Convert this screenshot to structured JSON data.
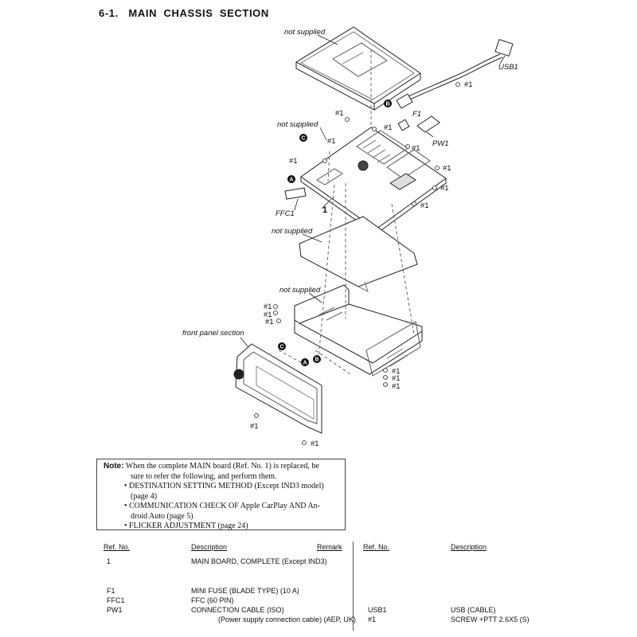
{
  "section_title": "6-1.   MAIN  CHASSIS  SECTION",
  "diagram": {
    "labels": {
      "not_supplied": "not supplied",
      "usb1": "USB1",
      "f1": "F1",
      "pw1": "PW1",
      "ffc1": "FFC1",
      "ref1": "1",
      "front_panel_section": "front panel section",
      "screw": "#1"
    },
    "callouts": {
      "a": "A",
      "b": "B",
      "c": "C"
    }
  },
  "note": {
    "heading": "Note:",
    "intro_line1": "When the complete MAIN board (Ref. No. 1) is replaced, be",
    "intro_line2": "sure to refer the following, and perform them.",
    "items": [
      {
        "line1": "• DESTINATION SETTING METHOD (Except IND3 model)",
        "line2": "(page 4)"
      },
      {
        "line1": "• COMMUNICATION CHECK OF Apple CarPlay AND An-",
        "line2": "droid Auto (page 5)"
      },
      {
        "line1": "• FLICKER ADJUSTMENT (page 24)",
        "line2": ""
      }
    ]
  },
  "parts_table": {
    "headers": {
      "ref_no": "Ref. No.",
      "description": "Description",
      "remark": "Remark"
    },
    "left_rows": [
      {
        "ref": "1",
        "desc": "MAIN BOARD, COMPLETE (Except IND3)",
        "remark": ""
      },
      {
        "ref": "F1",
        "desc": "MINI FUSE (BLADE TYPE) (10 A)",
        "remark": ""
      },
      {
        "ref": "FFC1",
        "desc": "FFC (60 PIN)",
        "remark": ""
      },
      {
        "ref": "PW1",
        "desc": "CONNECTION CABLE (ISO)",
        "remark": ""
      }
    ],
    "left_continuation": "(Power supply connection cable) (AEP, UK)",
    "right_rows": [
      {
        "ref": "USB1",
        "desc": "USB (CABLE)"
      },
      {
        "ref": "#1",
        "desc": "SCREW +PTT 2.6X5 (S)"
      }
    ]
  }
}
